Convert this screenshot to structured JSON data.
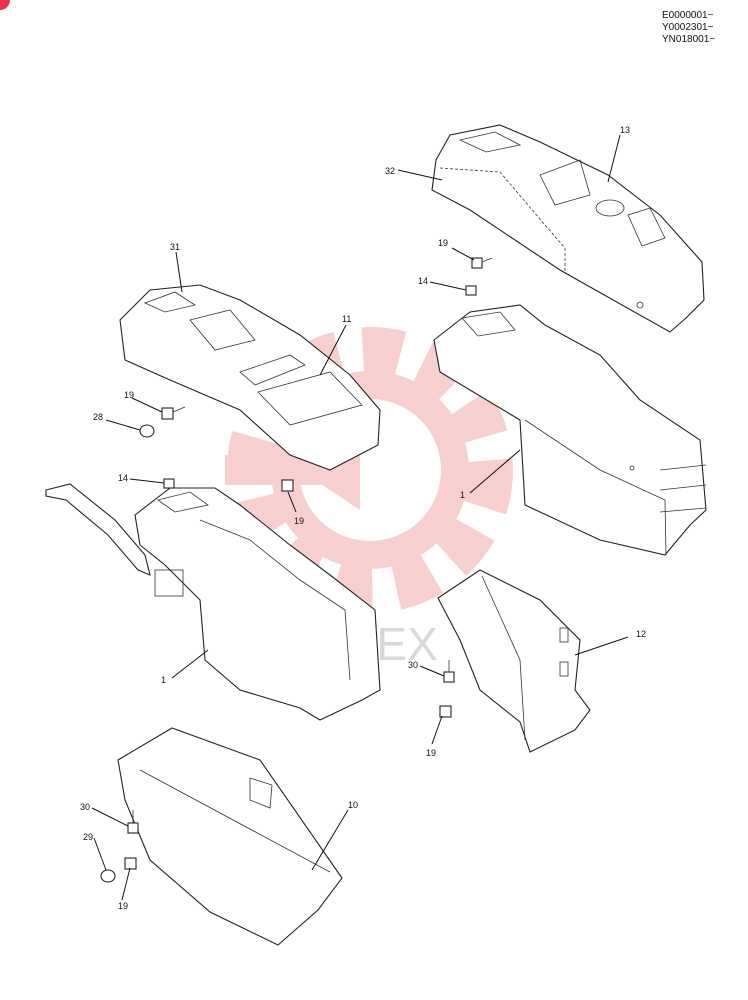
{
  "serial_numbers": [
    "E0000001~",
    "Y0002301~",
    "YN018001~"
  ],
  "watermark": "ИНТЕХ",
  "callouts": [
    {
      "id": "c13",
      "text": "13"
    },
    {
      "id": "c32",
      "text": "32"
    },
    {
      "id": "c19a",
      "text": "19"
    },
    {
      "id": "c14a",
      "text": "14"
    },
    {
      "id": "c31",
      "text": "31"
    },
    {
      "id": "c11",
      "text": "11"
    },
    {
      "id": "c19b",
      "text": "19"
    },
    {
      "id": "c28",
      "text": "28"
    },
    {
      "id": "c19c",
      "text": "19"
    },
    {
      "id": "c14b",
      "text": "14"
    },
    {
      "id": "c1a",
      "text": "1"
    },
    {
      "id": "c1b",
      "text": "1"
    },
    {
      "id": "c12",
      "text": "12"
    },
    {
      "id": "c30a",
      "text": "30"
    },
    {
      "id": "c19d",
      "text": "19"
    },
    {
      "id": "c10",
      "text": "10"
    },
    {
      "id": "c30b",
      "text": "30"
    },
    {
      "id": "c29",
      "text": "29"
    },
    {
      "id": "c19e",
      "text": "19"
    }
  ],
  "colors": {
    "watermark_gear": "#f4a9a9",
    "corner_badge": "#e8334a"
  }
}
